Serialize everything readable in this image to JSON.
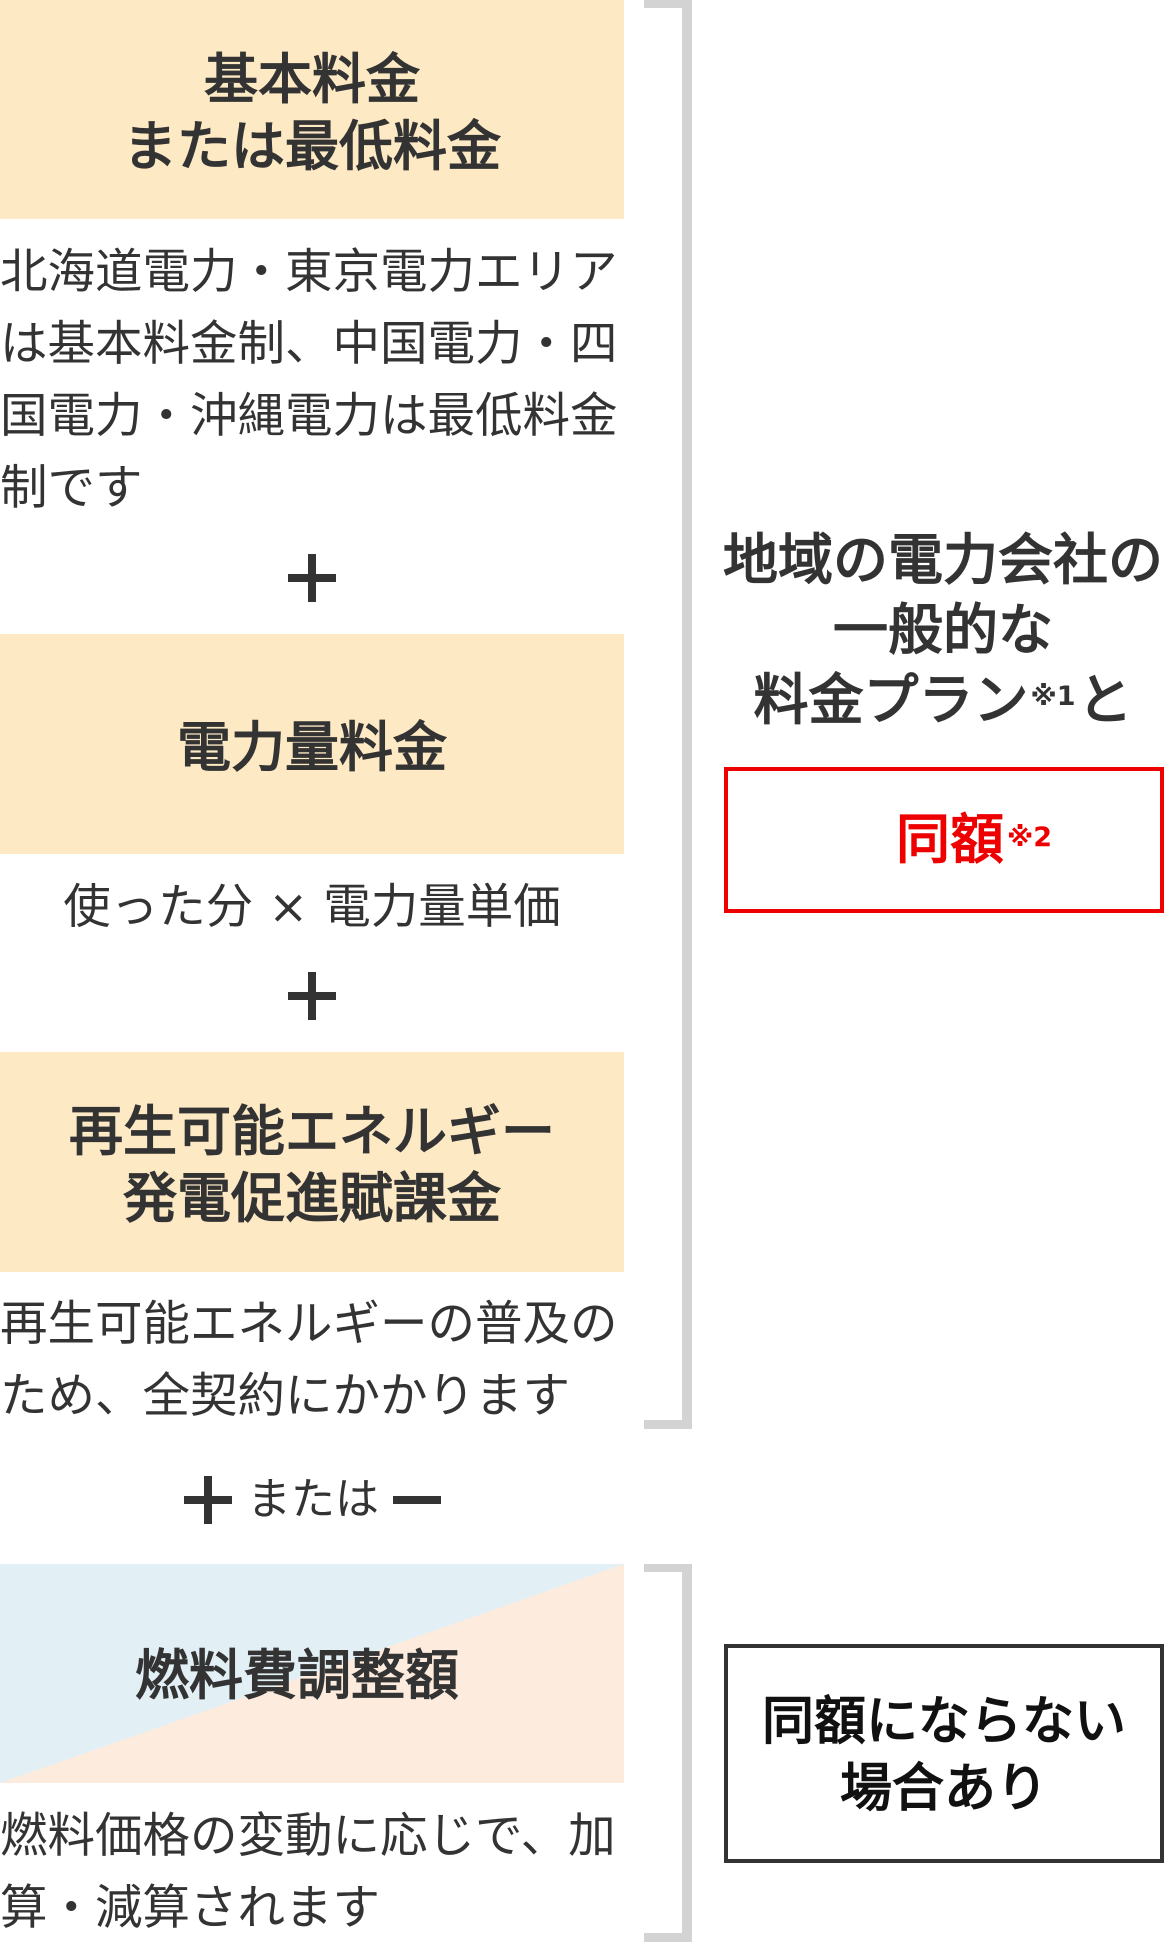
{
  "colors": {
    "text": "#333333",
    "beige": "#fde9c4",
    "fuel_blue": "#e2f0f6",
    "fuel_peach": "#fdebdd",
    "accent_red": "#ee0000",
    "bracket": "#d3d3d3",
    "box_border": "#333333",
    "strong_text": "#111111"
  },
  "fee_components": [
    {
      "title_lines": [
        "基本料金",
        "または最低料金"
      ],
      "description_lines": [
        "北海道電力・東京電力エリア",
        "は基本料金制、中国電力・四",
        "国電力・沖縄電力は最低料金",
        "制です"
      ]
    },
    {
      "title_lines": [
        "電力量料金"
      ],
      "description_lines": [
        "使った分 × 電力量単価"
      ]
    },
    {
      "title_lines": [
        "再生可能エネルギー",
        "発電促進賦課金"
      ],
      "description_lines": [
        "再生可能エネルギーの普及の",
        "ため、全契約にかかります"
      ]
    },
    {
      "title_lines": [
        "燃料費調整額"
      ],
      "description_lines": [
        "燃料価格の変動に応じで、加",
        "算・減算されます"
      ]
    }
  ],
  "operators": {
    "plus_icon": "plus-icon",
    "minus_icon": "minus-icon",
    "plus_or_minus_text": "または"
  },
  "comparison": {
    "heading_lines": [
      "地域の電力会社の",
      "一般的な"
    ],
    "heading_line3": {
      "text": "料金プラン",
      "note": "※1",
      "suffix": "と"
    },
    "same_amount": {
      "text": "同額",
      "note": "※2"
    },
    "not_same_lines": [
      "同額にならない",
      "場合あり"
    ]
  }
}
